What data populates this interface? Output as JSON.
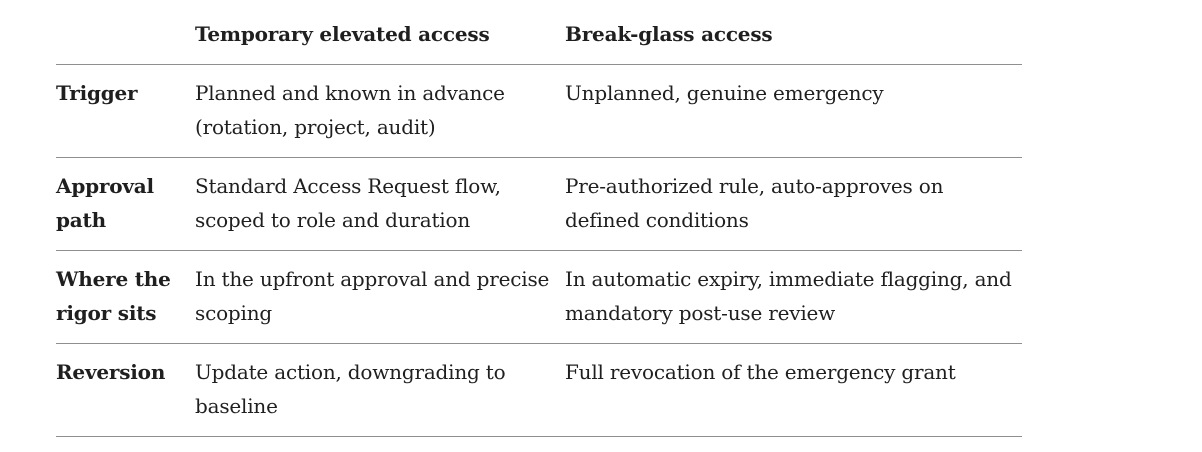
{
  "table": {
    "header": {
      "label": "",
      "col1": "Temporary elevated access",
      "col2": "Break-glass access"
    },
    "rows": [
      {
        "label": "Trigger",
        "col1": "Planned and known in advance (rotation, project, audit)",
        "col2": "Unplanned, genuine emergency"
      },
      {
        "label": "Approval path",
        "col1": "Standard Access Request flow, scoped to role and duration",
        "col2": "Pre-authorized rule, auto-approves on defined conditions"
      },
      {
        "label": "Where the rigor sits",
        "col1": "In the upfront approval and precise scoping",
        "col2": "In automatic expiry, immediate flagging, and mandatory post-use review"
      },
      {
        "label": "Reversion",
        "col1": "Update action, downgrading to baseline",
        "col2": "Full revocation of the emergency grant"
      }
    ]
  }
}
